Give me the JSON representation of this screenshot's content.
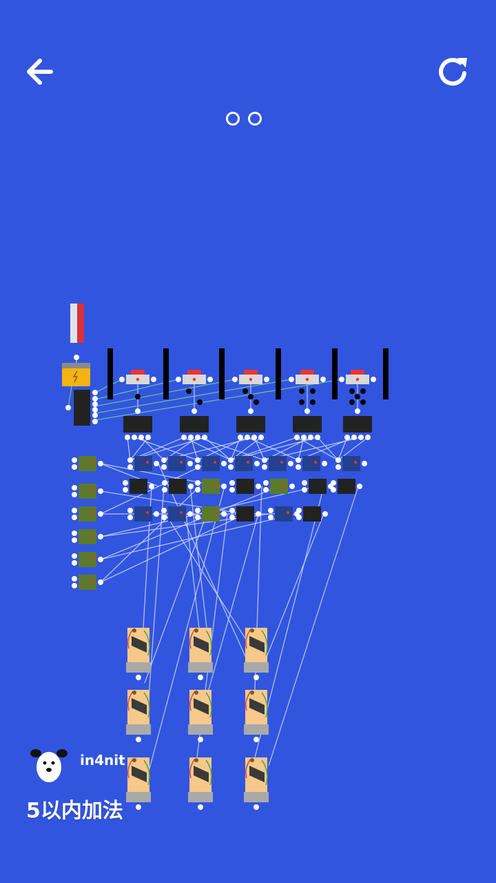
{
  "header": {
    "back_icon": "arrow-left-icon",
    "restart_icon": "restart-icon",
    "stars_earned": 0,
    "stars_total": 2
  },
  "puzzle": {
    "inputs": 5,
    "output_display_columns": 3,
    "output_display_rows": 3
  },
  "colors": {
    "background": "#3255df",
    "wire": "#c8d4f4",
    "green_wire": "#6fd08a",
    "chip": "#222222",
    "gate_blue": "#24418f",
    "gate_green": "#5b7a2c",
    "button_red": "#ee3333",
    "battery": "#f3b411"
  },
  "watermark": {
    "name": "in4nit"
  },
  "level": {
    "title": "5以内加法"
  }
}
